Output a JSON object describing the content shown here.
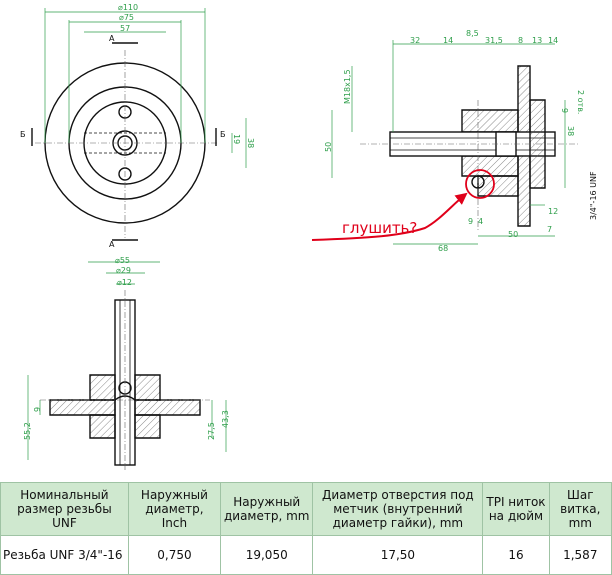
{
  "drawing": {
    "front_view": {
      "dims": {
        "d110": "⌀110",
        "d75": "⌀75",
        "d57": "57",
        "h19": "19",
        "h38": "38"
      },
      "section_letters": [
        "А",
        "А",
        "Б",
        "Б"
      ]
    },
    "side_view": {
      "dims": {
        "d32": "32",
        "d14a": "14",
        "d8_5": "8,5",
        "d31_5": "31,5",
        "d8": "8",
        "d13": "13",
        "d14b": "14",
        "thread_m18": "M18x1,5",
        "h50": "50",
        "holes_2": "2 отв.",
        "h9": "9",
        "h38": "38",
        "d12": "12",
        "d9": "9",
        "d4": "4",
        "d7": "7",
        "d50": "50",
        "d68": "68",
        "thread_unf": "3/4\"-16 UNF"
      },
      "annotation": "глушить?",
      "annotation_color": "#e0001a"
    },
    "bottom_view": {
      "dims": {
        "d55": "⌀55",
        "d29": "⌀29",
        "d12": "⌀12",
        "h9": "9",
        "h55_2": "55,2",
        "h27_5": "27,5",
        "h43_3": "43,3"
      }
    }
  },
  "table": {
    "headers": [
      "Номинальный размер резьбы UNF",
      "Наружный диаметр, Inch",
      "Наружный диаметр, mm",
      "Диаметр отверстия под метчик (внутренний диаметр гайки), mm",
      "TPI ниток на дюйм",
      "Шаг витка, mm"
    ],
    "rows": [
      [
        "Резьба UNF 3/4\"-16",
        "0,750",
        "19,050",
        "17,50",
        "16",
        "1,587"
      ]
    ],
    "header_bg": "#cfe8cf",
    "border_color": "#9fc3a4"
  }
}
